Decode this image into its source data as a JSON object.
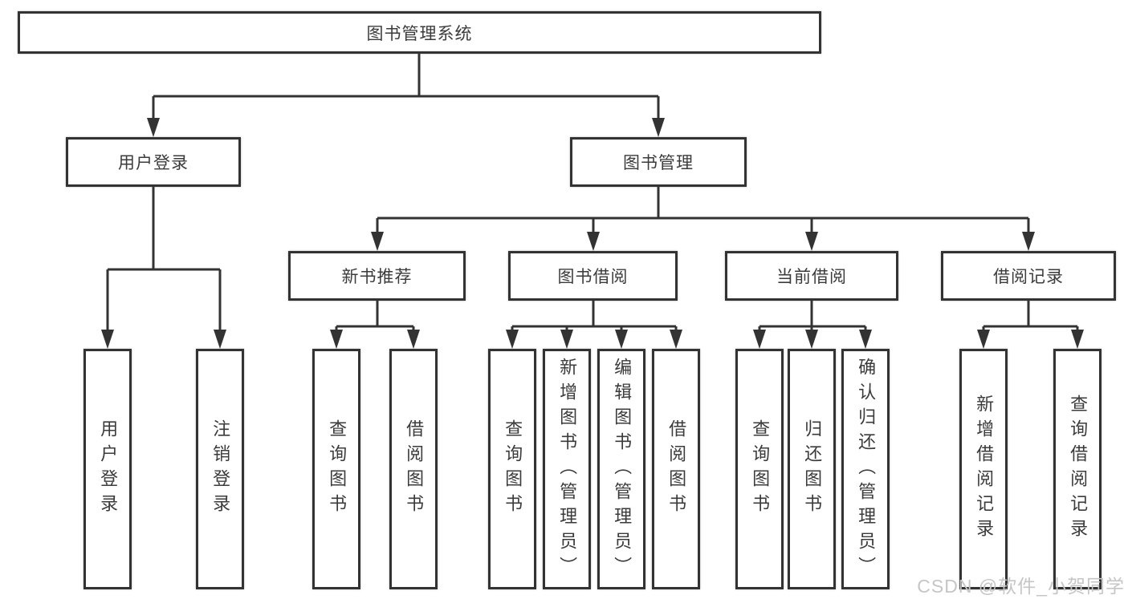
{
  "tree": {
    "root": {
      "label": "图书管理系统"
    },
    "branches": [
      {
        "label": "用户登录",
        "children": [
          {
            "label": "用户登录"
          },
          {
            "label": "注销登录"
          }
        ]
      },
      {
        "label": "图书管理",
        "children": [
          {
            "label": "新书推荐",
            "children": [
              {
                "label": "查询图书"
              },
              {
                "label": "借阅图书"
              }
            ]
          },
          {
            "label": "图书借阅",
            "children": [
              {
                "label": "查询图书"
              },
              {
                "label": "新增图书（管理员）"
              },
              {
                "label": "编辑图书（管理员）"
              },
              {
                "label": "借阅图书"
              }
            ]
          },
          {
            "label": "当前借阅",
            "children": [
              {
                "label": "查询图书"
              },
              {
                "label": "归还图书"
              },
              {
                "label": "确认归还（管理员）"
              }
            ]
          },
          {
            "label": "借阅记录",
            "children": [
              {
                "label": "新增借阅记录"
              },
              {
                "label": "查询借阅记录"
              }
            ]
          }
        ]
      }
    ]
  },
  "colors": {
    "line": "#333333",
    "text": "#3b3b3b",
    "watermark": "#c6c6c6"
  },
  "watermark": {
    "text": "CSDN @软件_小贺同学"
  }
}
